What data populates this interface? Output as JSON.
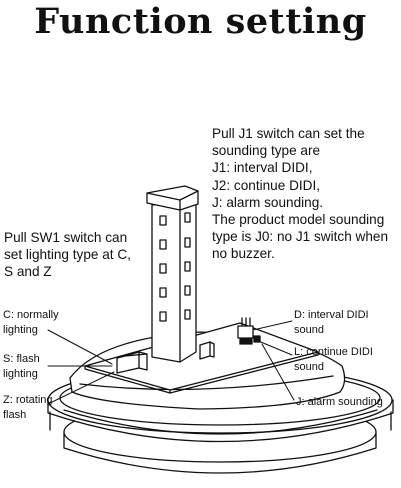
{
  "title": "Function setting",
  "j1_note": "Pull J1 switch can set the\nsounding type are\nJ1: interval DIDI,\nJ2: continue DIDI,\nJ: alarm sounding.\nThe product model sounding\ntype is J0: no J1 switch when\nno buzzer.",
  "sw1_note": "Pull SW1 switch can\nset lighting type at C,\nS and Z",
  "left_labels": {
    "c": "C: normally\nlighting",
    "s": "S: flash\nlighting",
    "z": "Z: rotating\nflash"
  },
  "right_labels": {
    "d": "D: interval DIDI\nsound",
    "l": "L: continue DIDI\nsound",
    "j": "J: alarm sounding"
  },
  "colors": {
    "ink": "#111111",
    "paper": "#ffffff"
  }
}
